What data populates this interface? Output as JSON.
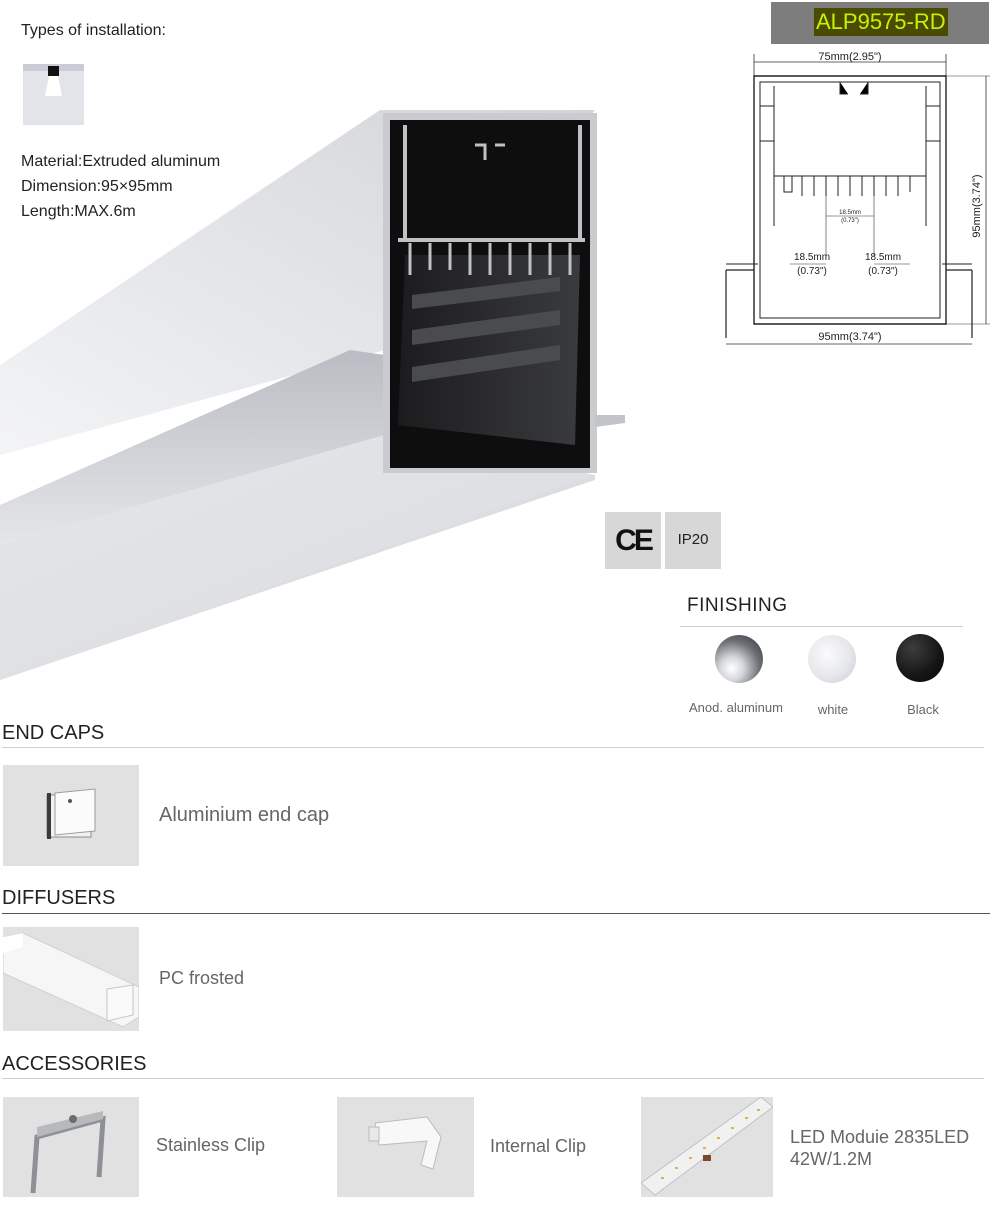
{
  "installation": {
    "title": "Types of installation:",
    "icon": "recessed-installation-icon"
  },
  "specs": {
    "material": "Material:Extruded aluminum",
    "dimension": "Dimension:95×95mm",
    "length": "Length:MAX.6m"
  },
  "model": "ALP9575-RD",
  "drawing": {
    "top_width": "75mm(2.95\")",
    "height": "95mm(3.74\")",
    "inner_small_mm": "18.5mm",
    "inner_small_in": "(0.73\")",
    "left_mm": "18.5mm",
    "left_in": "(0.73\")",
    "right_mm": "18.5mm",
    "right_in": "(0.73\")",
    "bottom_width": "95mm(3.74\")"
  },
  "certifications": {
    "ce": "CE",
    "ip": "IP20"
  },
  "finishing": {
    "title": "FINISHING",
    "options": [
      {
        "label": "Anod. aluminum",
        "color": "#9a9ea4"
      },
      {
        "label": "white",
        "color": "#e6e7ea"
      },
      {
        "label": "Black",
        "color": "#1a1a1a"
      }
    ]
  },
  "end_caps": {
    "title": "END CAPS",
    "items": [
      {
        "label": "Aluminium end cap"
      }
    ]
  },
  "diffusers": {
    "title": "DIFFUSERS",
    "items": [
      {
        "label": "PC frosted"
      }
    ]
  },
  "accessories": {
    "title": "ACCESSORIES",
    "items": [
      {
        "label": "Stainless Clip"
      },
      {
        "label": "Internal Clip"
      },
      {
        "label_line1": "LED Moduie 2835LED",
        "label_line2": "42W/1.2M"
      }
    ]
  }
}
